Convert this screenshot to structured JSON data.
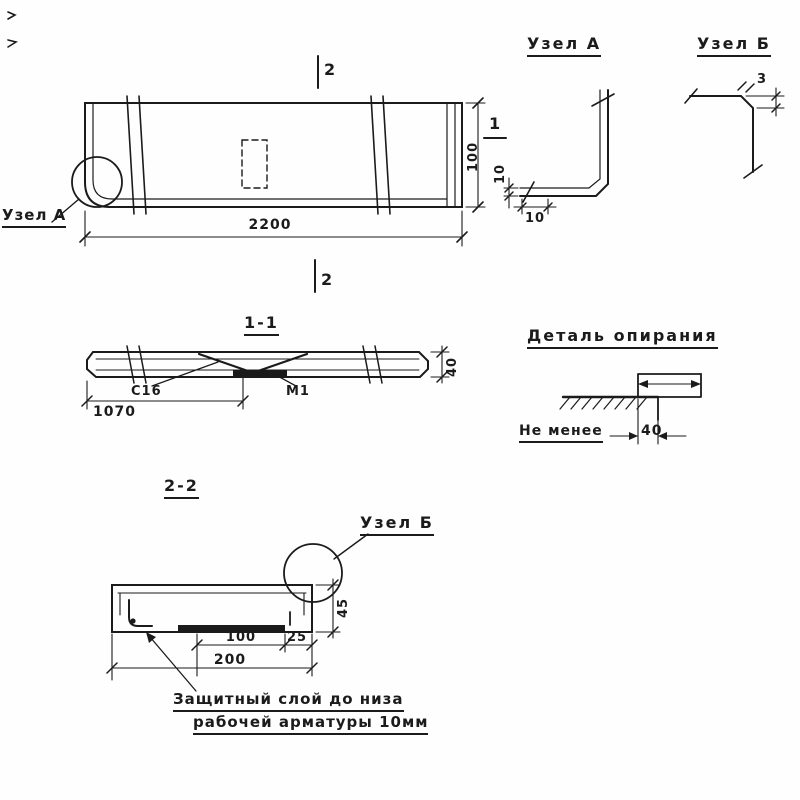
{
  "plan": {
    "section_mark_top": "2",
    "section_mark_bottom": "2",
    "section_mark_side": "1",
    "dim_length": "2200",
    "dim_width": "100",
    "callout": "Узел А"
  },
  "node_a": {
    "title": "Узел А",
    "dim_edge": "10",
    "dim_chamfer": "10"
  },
  "node_b": {
    "title": "Узел Б",
    "dim_chamfer": "3"
  },
  "section_1_1": {
    "title": "1-1",
    "rebar_label": "С16",
    "loop_label": "М1",
    "dim_length": "1070",
    "dim_height": "40"
  },
  "support_detail": {
    "title": "Деталь опирания",
    "note_text": "Не менее",
    "note_value": "40"
  },
  "section_2_2": {
    "title": "2-2",
    "callout": "Узел Б",
    "dim_inner": "100",
    "dim_edge": "25",
    "dim_width": "200",
    "dim_height": "45"
  },
  "note": {
    "line1": "Защитный слой до низа",
    "line2": "рабочей арматуры 10мм"
  }
}
